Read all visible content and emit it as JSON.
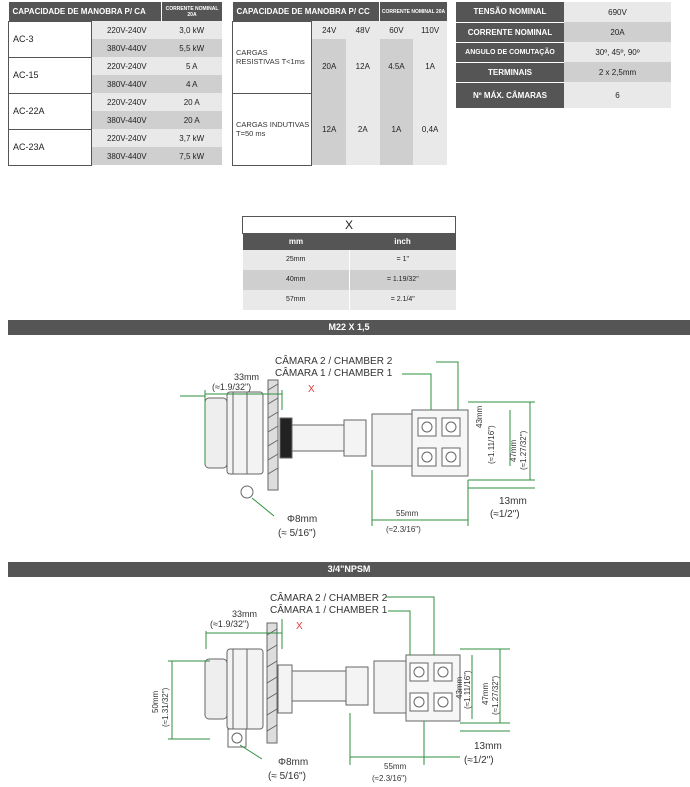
{
  "table_ca": {
    "header_main": "CAPACIDADE DE MANOBRA P/ CA",
    "header_current": "CORRENTE NOMINAL 20A",
    "rows": [
      {
        "cat": "AC-3",
        "v1": "220V-240V",
        "c1": "3,0 kW",
        "v2": "380V-440V",
        "c2": "5,5 kW"
      },
      {
        "cat": "AC-15",
        "v1": "220V-240V",
        "c1": "5 A",
        "v2": "380V-440V",
        "c2": "4 A"
      },
      {
        "cat": "AC-22A",
        "v1": "220V-240V",
        "c1": "20 A",
        "v2": "380V-440V",
        "c2": "20 A"
      },
      {
        "cat": "AC-23A",
        "v1": "220V-240V",
        "c1": "3,7 kW",
        "v2": "380V-440V",
        "c2": "7,5 kW"
      }
    ]
  },
  "table_cc": {
    "header_main": "CAPACIDADE DE MANOBRA P/ CC",
    "col_24": "24V",
    "col_48": "48V",
    "header_current": "CORRENTE NOMINAL 20A",
    "col_60": "60V",
    "col_110": "110V",
    "row1": {
      "label": "CARGAS RESISTIVAS T<1ms",
      "v24": "20A",
      "v48": "12A",
      "v60": "4.5A",
      "v110": "1A"
    },
    "row2": {
      "label": "CARGAS INDUTIVAS T=50 ms",
      "v24": "12A",
      "v48": "2A",
      "v60": "1A",
      "v110": "0,4A"
    }
  },
  "table_spec": {
    "rows": [
      {
        "label": "TENSÃO NOMINAL",
        "value": "690V"
      },
      {
        "label": "CORRENTE NOMINAL",
        "value": "20A"
      },
      {
        "label": "ANGULO DE COMUTAÇÃO",
        "value": "30º, 45º, 90º"
      },
      {
        "label": "TERMINAIS",
        "value": "2 x 2,5mm"
      },
      {
        "label": "Nº MÁX. CÂMARAS",
        "value": "6"
      }
    ]
  },
  "table_x": {
    "title": "X",
    "col_mm": "mm",
    "col_inch": "inch",
    "rows": [
      {
        "mm": "25mm",
        "inch": "= 1\""
      },
      {
        "mm": "40mm",
        "inch": "= 1.19/32\""
      },
      {
        "mm": "57mm",
        "inch": "= 2.1/4\""
      }
    ]
  },
  "section1": {
    "title": "M22 X 1,5",
    "chamber2": "CÂMARA 2 / CHAMBER 2",
    "chamber1": "CÂMARA 1 / CHAMBER 1",
    "dim_33": "33mm",
    "dim_33_in": "(≈1.9/32\")",
    "x_mark": "X",
    "dim_43": "43mm",
    "dim_43_in": "(≈1.11/16\")",
    "dim_47": "47mm",
    "dim_47_in": "(≈1.27/32\")",
    "dim_13": "13mm",
    "dim_13_in": "(≈1/2\")",
    "dim_8": "Φ8mm",
    "dim_8_in": "(≈ 5/16\")",
    "dim_55": "55mm",
    "dim_55_in": "(≈2.3/16\")"
  },
  "section2": {
    "title": "3/4\"NPSM",
    "chamber2": "CÂMARA 2 / CHAMBER 2",
    "chamber1": "CÂMARA 1 / CHAMBER 1",
    "dim_33": "33mm",
    "dim_33_in": "(≈1.9/32\")",
    "x_mark": "X",
    "dim_50": "50mm",
    "dim_50_in": "(≈1.31/32\")",
    "dim_43": "43mm",
    "dim_43_in": "(≈1.11/16\")",
    "dim_47": "47mm",
    "dim_47_in": "(≈1.27/32\")",
    "dim_13": "13mm",
    "dim_13_in": "(≈1/2\")",
    "dim_8": "Φ8mm",
    "dim_8_in": "(≈ 5/16\")",
    "dim_55": "55mm",
    "dim_55_in": "(≈2.3/16\")"
  },
  "colors": {
    "header": "#555555",
    "dim_green": "#2f8f3f",
    "accent_red": "#e23a3a"
  }
}
